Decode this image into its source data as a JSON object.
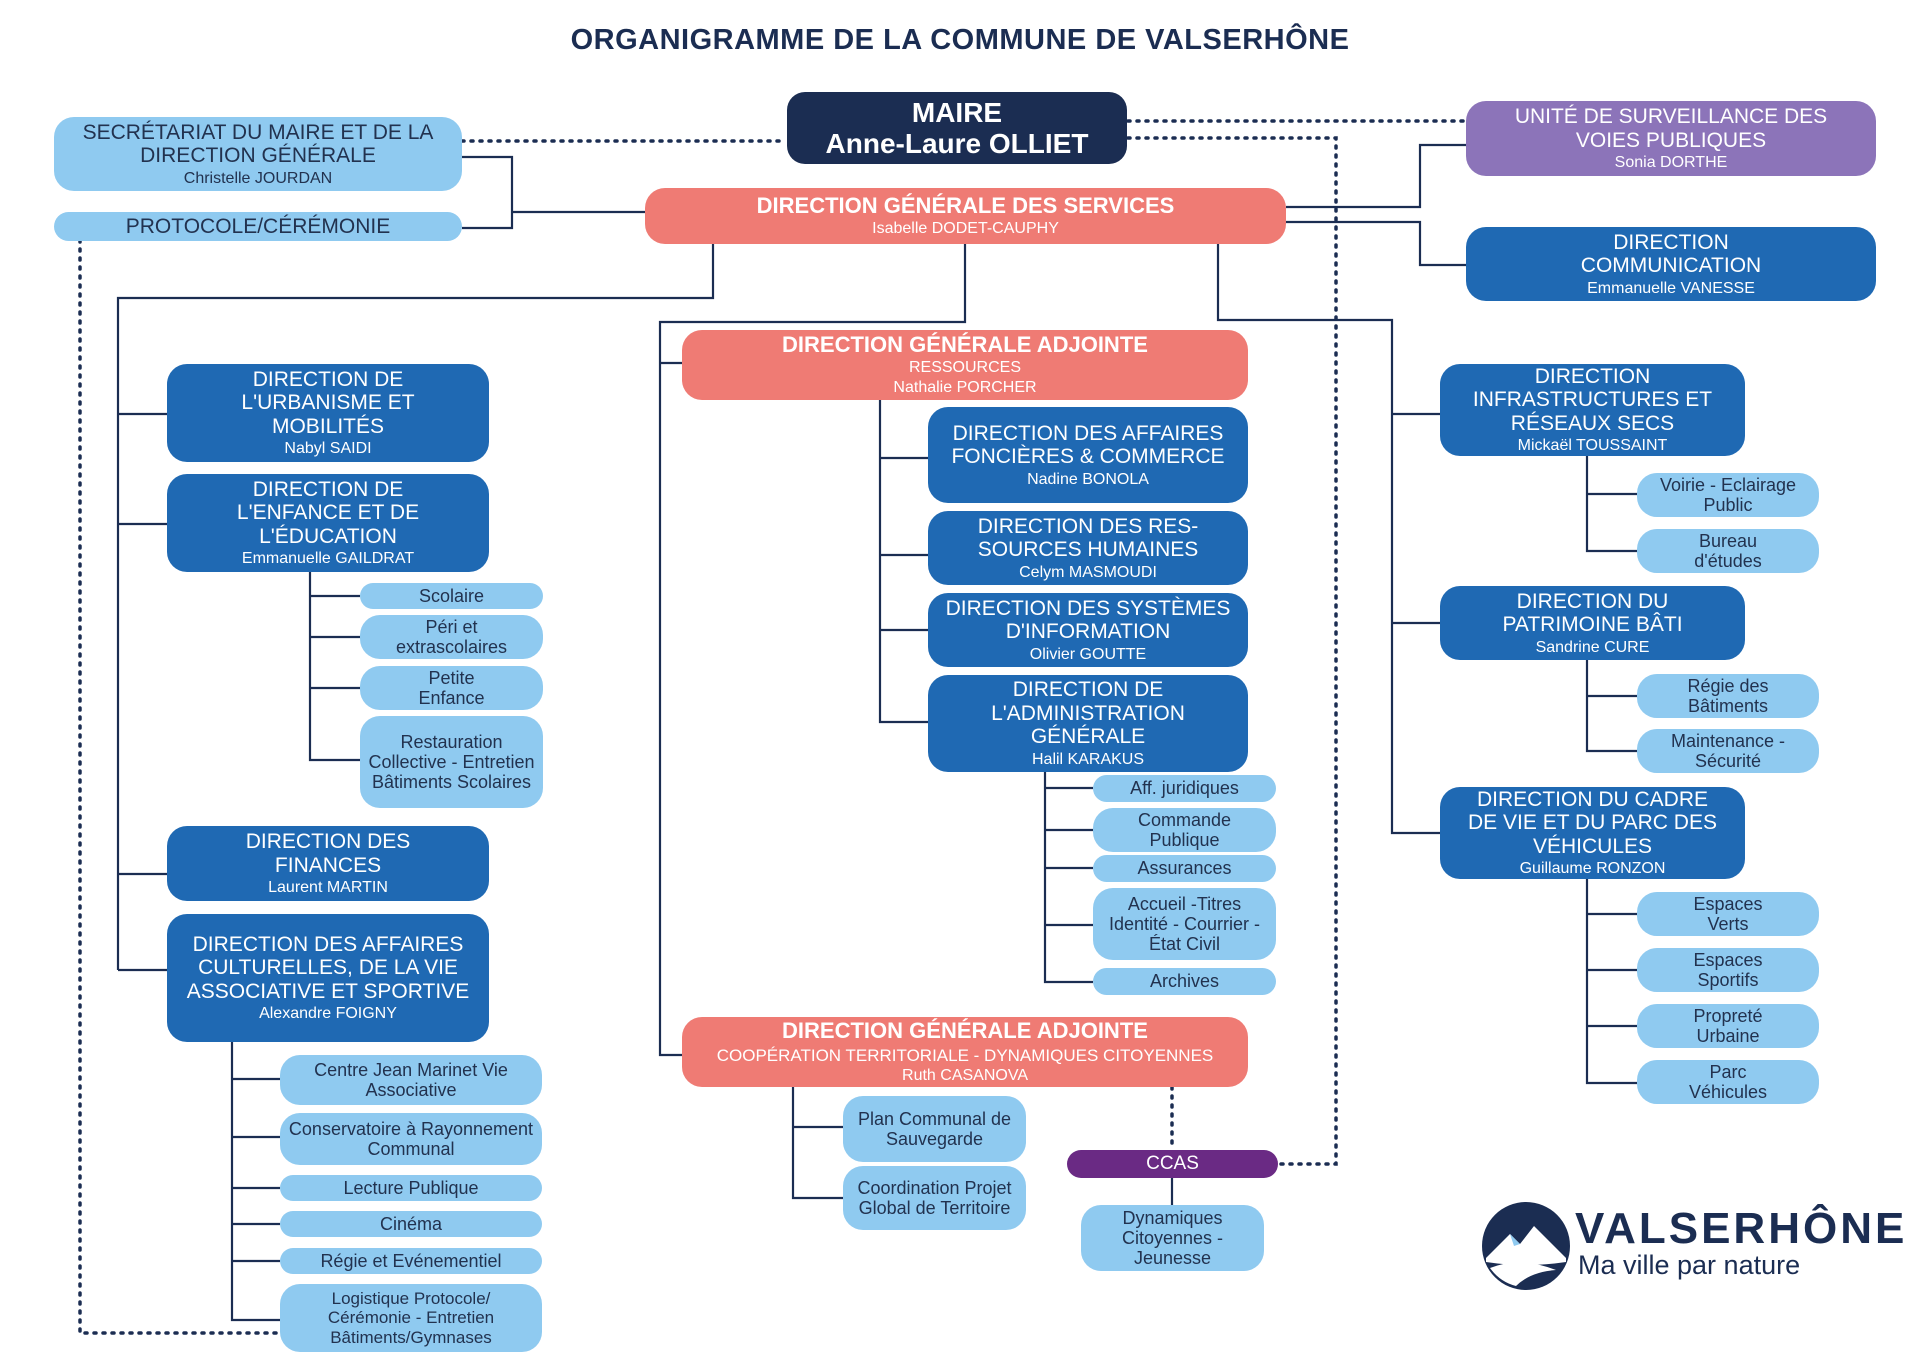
{
  "title": "ORGANIGRAMME DE LA COMMUNE DE VALSERHÔNE",
  "maire": {
    "title": "MAIRE",
    "name": "Anne-Laure OLLIET"
  },
  "secretariat": {
    "title": "SECRÉTARIAT DU MAIRE ET DE LA DIRECTION GÉNÉRALE",
    "name": "Christelle JOURDAN"
  },
  "protocole": {
    "title": "PROTOCOLE/CÉRÉMONIE"
  },
  "surveillance": {
    "title": "UNITÉ DE SURVEILLANCE DES VOIES PUBLIQUES",
    "name": "Sonia DORTHE"
  },
  "dgs": {
    "title": "DIRECTION GÉNÉRALE DES SERVICES",
    "name": "Isabelle DODET-CAUPHY"
  },
  "communication": {
    "title": "DIRECTION COMMUNICATION",
    "name": "Emmanuelle VANESSE"
  },
  "dga1": {
    "title": "DIRECTION GÉNÉRALE ADJOINTE",
    "subtitle": "RESSOURCES",
    "name": "Nathalie PORCHER"
  },
  "dga2": {
    "title": "DIRECTION GÉNÉRALE ADJOINTE",
    "subtitle": "COOPÉRATION TERRITORIALE - DYNAMIQUES CITOYENNES",
    "name": "Ruth CASANOVA"
  },
  "urbanisme": {
    "title": "DIRECTION DE L'URBANISME ET MOBILITÉS",
    "name": "Nabyl SAIDI"
  },
  "enfance": {
    "title": "DIRECTION DE L'ENFANCE ET DE L'ÉDUCATION",
    "name": "Emmanuelle GAILDRAT"
  },
  "enfance_services": [
    "Scolaire",
    "Péri et extrascolaires",
    "Petite Enfance",
    "Restauration Collective - Entretien Bâtiments Scolaires"
  ],
  "finances": {
    "title": "DIRECTION DES FINANCES",
    "name": "Laurent MARTIN"
  },
  "culture": {
    "title": "DIRECTION DES AFFAIRES CULTURELLES, DE LA VIE ASSOCIATIVE ET SPORTIVE",
    "name": "Alexandre FOIGNY"
  },
  "culture_services": [
    "Centre Jean Marinet Vie Associative",
    "Conservatoire à Rayonnement Communal",
    "Lecture Publique",
    "Cinéma",
    "Régie et Evénementiel",
    "Logistique Protocole/ Cérémonie - Entretien Bâtiments/Gymnases"
  ],
  "foncier": {
    "title": "DIRECTION DES AFFAIRES FONCIÈRES & COMMERCE",
    "name": "Nadine BONOLA"
  },
  "rh": {
    "title": "DIRECTION DES RES- SOURCES HUMAINES",
    "name": "Celym MASMOUDI"
  },
  "si": {
    "title": "DIRECTION DES SYSTÈMES D'INFORMATION",
    "name": "Olivier GOUTTE"
  },
  "admin": {
    "title": "DIRECTION DE L'ADMINISTRATION GÉNÉRALE",
    "name": "Halil KARAKUS"
  },
  "admin_services": [
    "Aff. juridiques",
    "Commande Publique",
    "Assurances",
    "Accueil -Titres Identité - Courrier - État Civil",
    "Archives"
  ],
  "dga2_services": [
    "Plan Communal de Sauvegarde",
    "Coordination Projet Global de Territoire"
  ],
  "ccas": {
    "title": "CCAS"
  },
  "ccas_services": [
    "Dynamiques Citoyennes - Jeunesse"
  ],
  "infra": {
    "title": "DIRECTION INFRASTRUCTURES ET RÉSEAUX SECS",
    "name": "Mickaël TOUSSAINT"
  },
  "infra_services": [
    "Voirie - Eclairage Public",
    "Bureau d'études"
  ],
  "patrimoine": {
    "title": "DIRECTION DU PATRIMOINE BÂTI",
    "name": "Sandrine CURE"
  },
  "patrimoine_services": [
    "Régie des Bâtiments",
    "Maintenance - Sécurité"
  ],
  "cadre": {
    "title": "DIRECTION DU CADRE DE VIE ET DU PARC DES VÉHICULES",
    "name": "Guillaume RONZON"
  },
  "cadre_services": [
    "Espaces Verts",
    "Espaces Sportifs",
    "Propreté Urbaine",
    "Parc Véhicules"
  ],
  "logo": {
    "name": "VALSERHÔNE",
    "tagline": "Ma ville par nature"
  },
  "colors": {
    "navy": "#1b2d52",
    "salmon": "#ef7b74",
    "blue": "#1f69b3",
    "light": "#8fcaf0",
    "purple": "#8c74b9",
    "violet": "#6a2a84"
  }
}
